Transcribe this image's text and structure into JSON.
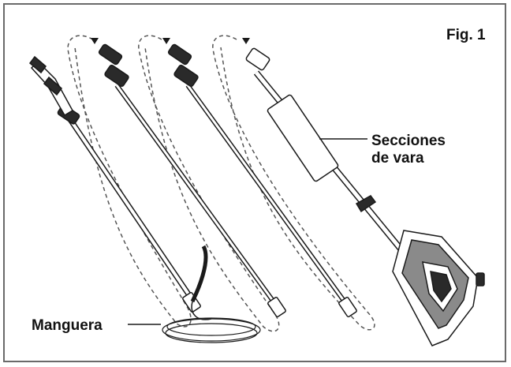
{
  "figure": {
    "label": "Fig. 1",
    "callouts": {
      "rod_sections_line1": "Secciones",
      "rod_sections_line2": "de vara",
      "hose": "Manguera"
    }
  },
  "colors": {
    "frame": "#6a6a6a",
    "stroke": "#1a1a1a",
    "dashed": "#555555",
    "dark_part": "#2a2a2a",
    "grip": "#8a8a8a"
  },
  "icons": [
    "arrow-down-icon"
  ]
}
